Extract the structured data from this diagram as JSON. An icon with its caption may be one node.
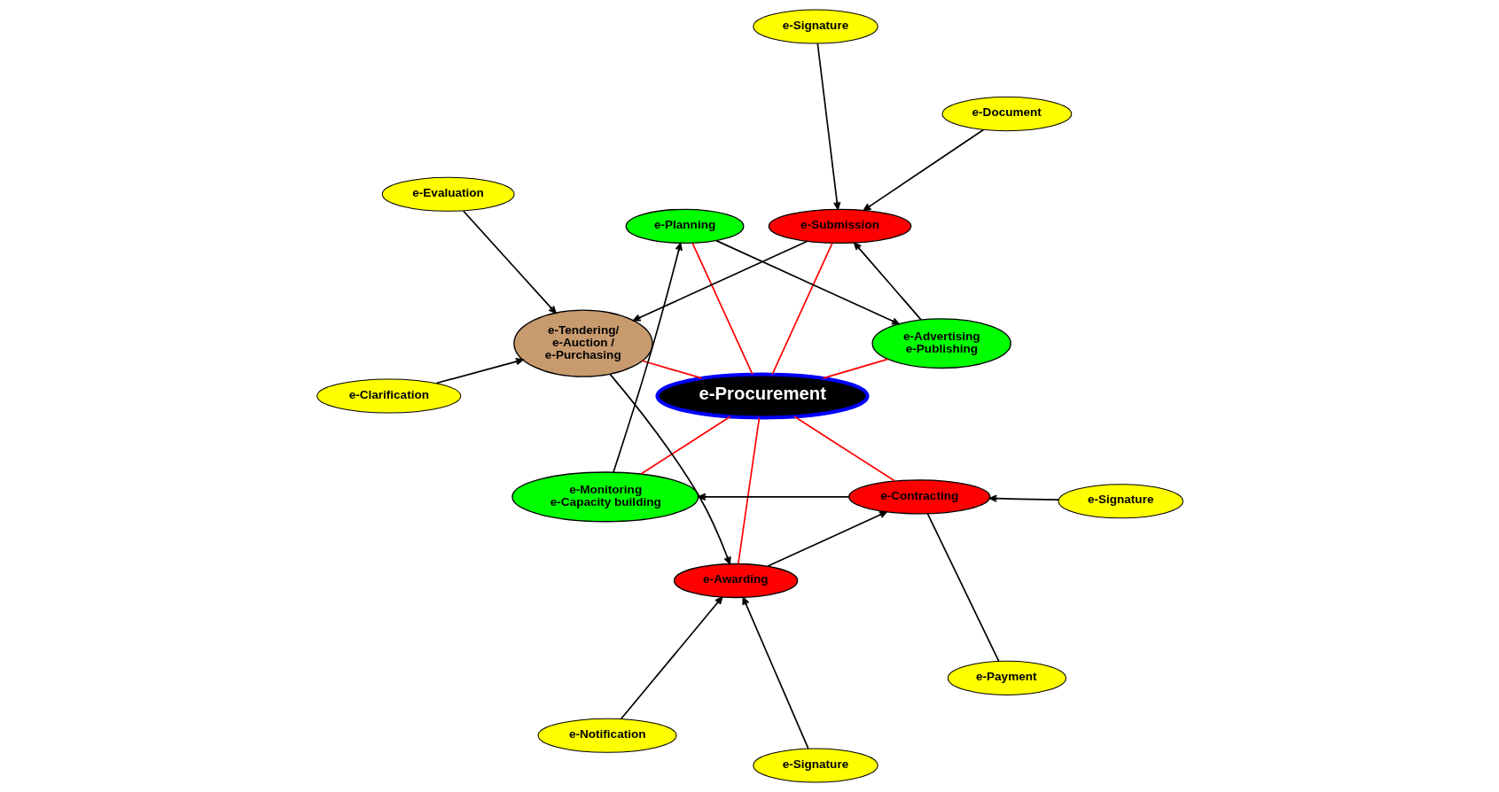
{
  "diagram": {
    "nodes": [
      {
        "text": [
          "e-Procurement"
        ]
      },
      {
        "text": [
          "e-Advertising",
          "e-Publishing"
        ]
      },
      {
        "text": [
          "e-Submission"
        ]
      },
      {
        "text": [
          "e-Document"
        ]
      },
      {
        "text": [
          "e-Signature"
        ]
      },
      {
        "text": [
          "e-Planning"
        ]
      },
      {
        "text": [
          "e-Tendering/",
          "e-Auction /",
          "e-Purchasing"
        ]
      },
      {
        "text": [
          "e-Evaluation"
        ]
      },
      {
        "text": [
          "e-Clarification"
        ]
      },
      {
        "text": [
          "e-Monitoring",
          "e-Capacity building"
        ]
      },
      {
        "text": [
          "e-Awarding"
        ]
      },
      {
        "text": [
          "e-Notification"
        ]
      },
      {
        "text": [
          "e-Contracting"
        ]
      },
      {
        "text": [
          "e-Payment"
        ]
      },
      {
        "text": [
          "e-Signature"
        ]
      },
      {
        "text": [
          "e-Signature"
        ]
      }
    ],
    "edges": [
      {
        "from": 0,
        "to": 1,
        "arrow": "none",
        "color": "#ff0000"
      },
      {
        "from": 0,
        "to": 2,
        "arrow": "none",
        "color": "#ff0000"
      },
      {
        "from": 0,
        "to": 6,
        "arrow": "none",
        "color": "#ff0000"
      },
      {
        "from": 0,
        "to": 10,
        "arrow": "none",
        "color": "#ff0000"
      },
      {
        "from": 0,
        "to": 12,
        "arrow": "none",
        "color": "#ff0000"
      },
      {
        "from": 0,
        "to": 9,
        "arrow": "none",
        "color": "#ff0000"
      },
      {
        "from": 0,
        "to": 5,
        "arrow": "none",
        "color": "#ff0000"
      },
      {
        "from": 1,
        "to": 2,
        "arrow": "to"
      },
      {
        "from": 3,
        "to": 2,
        "arrow": "to"
      },
      {
        "from": 4,
        "to": 2,
        "arrow": "to"
      },
      {
        "from": 2,
        "to": 6,
        "arrow": "to"
      },
      {
        "from": 7,
        "to": 6,
        "arrow": "to"
      },
      {
        "from": 8,
        "to": 6,
        "arrow": "to"
      },
      {
        "from": 6,
        "to": 10,
        "arrow": "to"
      },
      {
        "from": 11,
        "to": 10,
        "arrow": "to"
      },
      {
        "from": 14,
        "to": 10,
        "arrow": "to"
      },
      {
        "from": 10,
        "to": 12,
        "arrow": "to"
      },
      {
        "from": 15,
        "to": 12,
        "arrow": "to"
      },
      {
        "from": 13,
        "to": 12,
        "arrow": "none"
      },
      {
        "from": 12,
        "to": 9,
        "arrow": "to"
      },
      {
        "from": 9,
        "to": 5,
        "arrow": "to"
      },
      {
        "from": 5,
        "to": 1,
        "arrow": "to"
      }
    ]
  }
}
